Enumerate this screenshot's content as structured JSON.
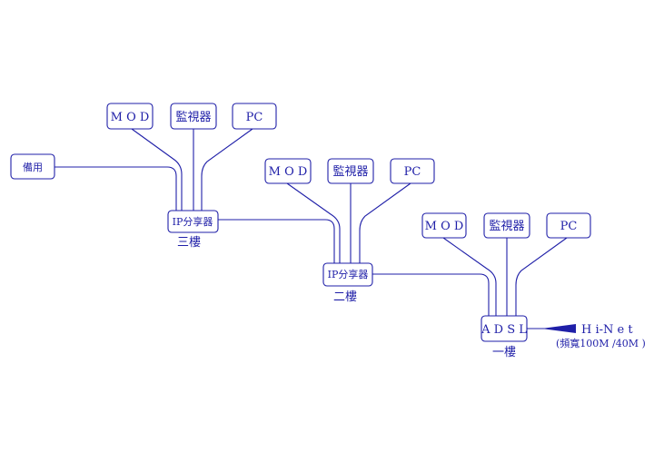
{
  "floor3": {
    "mod": "M O D",
    "monitor": "監視器",
    "pc": "PC",
    "spare": "備用",
    "router": "IP分享器",
    "label": "三樓"
  },
  "floor2": {
    "mod": "M O D",
    "monitor": "監視器",
    "pc": "PC",
    "router": "IP分享器",
    "label": "二樓"
  },
  "floor1": {
    "mod": "M O D",
    "monitor": "監視器",
    "pc": "PC",
    "adsl": "A D S L",
    "label": "一樓"
  },
  "isp": {
    "name": "H i-N e t",
    "bandwidth": "(頻寬100M /40M )"
  },
  "colors": {
    "line": "#1f1fa8"
  }
}
